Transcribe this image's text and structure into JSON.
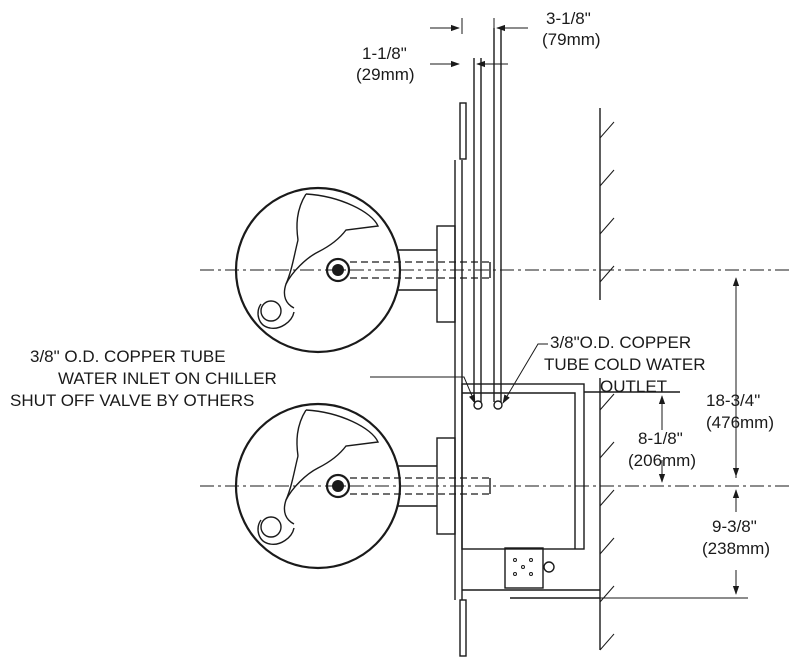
{
  "dimensions": {
    "top_right": {
      "imperial": "3-1/8\"",
      "metric": "(79mm)"
    },
    "top_left": {
      "imperial": "1-1/8\"",
      "metric": "(29mm)"
    },
    "overall_height": {
      "imperial": "18-3/4\"",
      "metric": "(476mm)"
    },
    "inlet_offset": {
      "imperial": "8-1/8\"",
      "metric": "(206mm)"
    },
    "lower_offset": {
      "imperial": "9-3/8\"",
      "metric": "(238mm)"
    }
  },
  "callouts": {
    "inlet": [
      "3/8\" O.D. COPPER TUBE",
      "WATER INLET ON CHILLER",
      "SHUT OFF VALVE BY OTHERS"
    ],
    "outlet": [
      "3/8\"O.D. COPPER",
      "TUBE COLD WATER",
      "OUTLET"
    ]
  }
}
